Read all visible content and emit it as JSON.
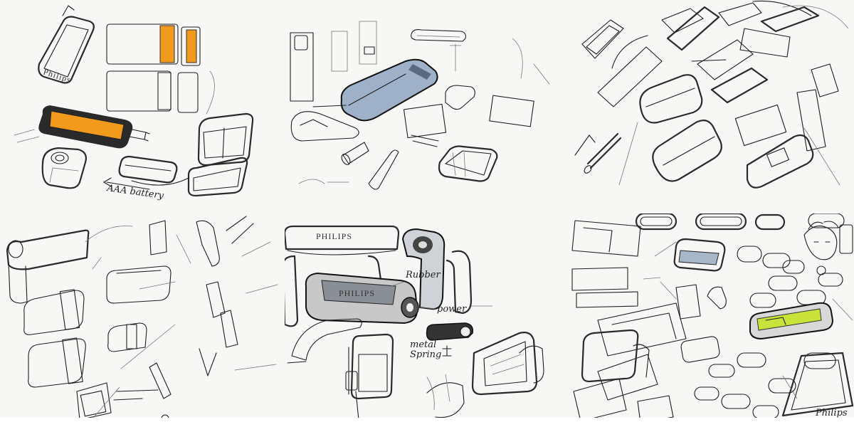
{
  "sheets": {
    "sheet_1": {
      "battery_note": "AAA battery",
      "brand": "Philips"
    },
    "sheet_5": {
      "brand": "PHILIPS",
      "brand_2": "PHILIPS",
      "rubber_note": "Rubber",
      "power_note": "power",
      "metal_note": "metal",
      "spring_note": "Spring"
    },
    "sheet_6": {
      "brand": "Philips"
    }
  },
  "colors": {
    "accent_orange": "#f29a1c",
    "accent_yellow_green": "#c9e33a",
    "shade_blue": "#9fb1c8",
    "ink": "#1e1e1e",
    "paper": "#f7f7f5"
  }
}
